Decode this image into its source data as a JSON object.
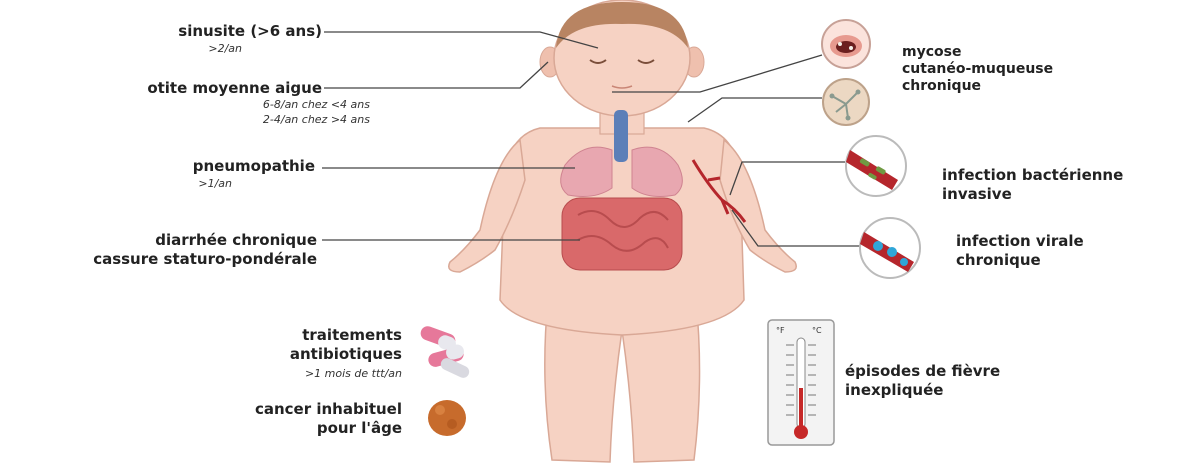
{
  "left_labels": {
    "sinusite": {
      "title": "sinusite (>6 ans)",
      "freq": ">2/an"
    },
    "otite": {
      "title": "otite moyenne aigue",
      "freq1": "6-8/an chez <4 ans",
      "freq2": "2-4/an chez >4 ans"
    },
    "pneumopathie": {
      "title": "pneumopathie",
      "freq": ">1/an"
    },
    "diarrhee": {
      "line1": "diarrhée chronique",
      "line2": "cassure staturo-pondérale"
    },
    "antibio": {
      "line1": "traitements",
      "line2": "antibiotiques",
      "freq": ">1 mois de ttt/an"
    },
    "cancer": {
      "line1": "cancer inhabituel",
      "line2": "pour l'âge"
    }
  },
  "right_labels": {
    "mycose": {
      "line1": "mycose",
      "line2": "cutanéo-muqueuse",
      "line3": "chronique"
    },
    "bacterienne": {
      "line1": "infection bactérienne",
      "line2": "invasive"
    },
    "virale": {
      "line1": "infection virale",
      "line2": "chronique"
    },
    "fievre": {
      "line1": "épisodes de fièvre",
      "line2": "inexpliquée"
    }
  },
  "thermometer": {
    "unit_f": "°F",
    "unit_c": "°C"
  },
  "colors": {
    "skin": "#f6d2c3",
    "skin_outline": "#d9a896",
    "hair": "#b88462",
    "lung": "#e8a7b0",
    "trachea": "#5c7fb8",
    "intestine": "#d9696a",
    "vessel": "#b5262c",
    "leader_line": "#444444"
  }
}
